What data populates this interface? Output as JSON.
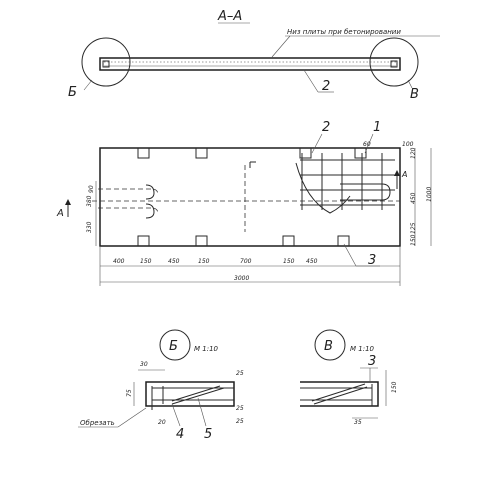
{
  "section_a": {
    "title": "А–А",
    "note": "Низ плиты при бетонировании",
    "callout_b": "Б",
    "callout_v": "В",
    "pos_2": "2"
  },
  "plan": {
    "pos_2": "2",
    "pos_1": "1",
    "pos_3": "3",
    "section_marker": "А",
    "top_dims": [
      "60",
      "100"
    ],
    "left_dims": [
      "90",
      "380",
      "330"
    ],
    "right_dims": [
      "120",
      "450",
      "125",
      "150"
    ],
    "overall_height": "1000",
    "bottom_dims": [
      "400",
      "150",
      "450",
      "150",
      "700",
      "150",
      "450"
    ],
    "overall_length": "3000"
  },
  "detail_b": {
    "label": "Б",
    "scale": "М 1:10",
    "dims": [
      "30",
      "25",
      "75",
      "25",
      "20",
      "25"
    ],
    "note": "Обрезать",
    "pos_4": "4",
    "pos_5": "5"
  },
  "detail_v": {
    "label": "В",
    "scale": "М 1:10",
    "pos_3": "3",
    "dims": [
      "150",
      "35"
    ]
  }
}
